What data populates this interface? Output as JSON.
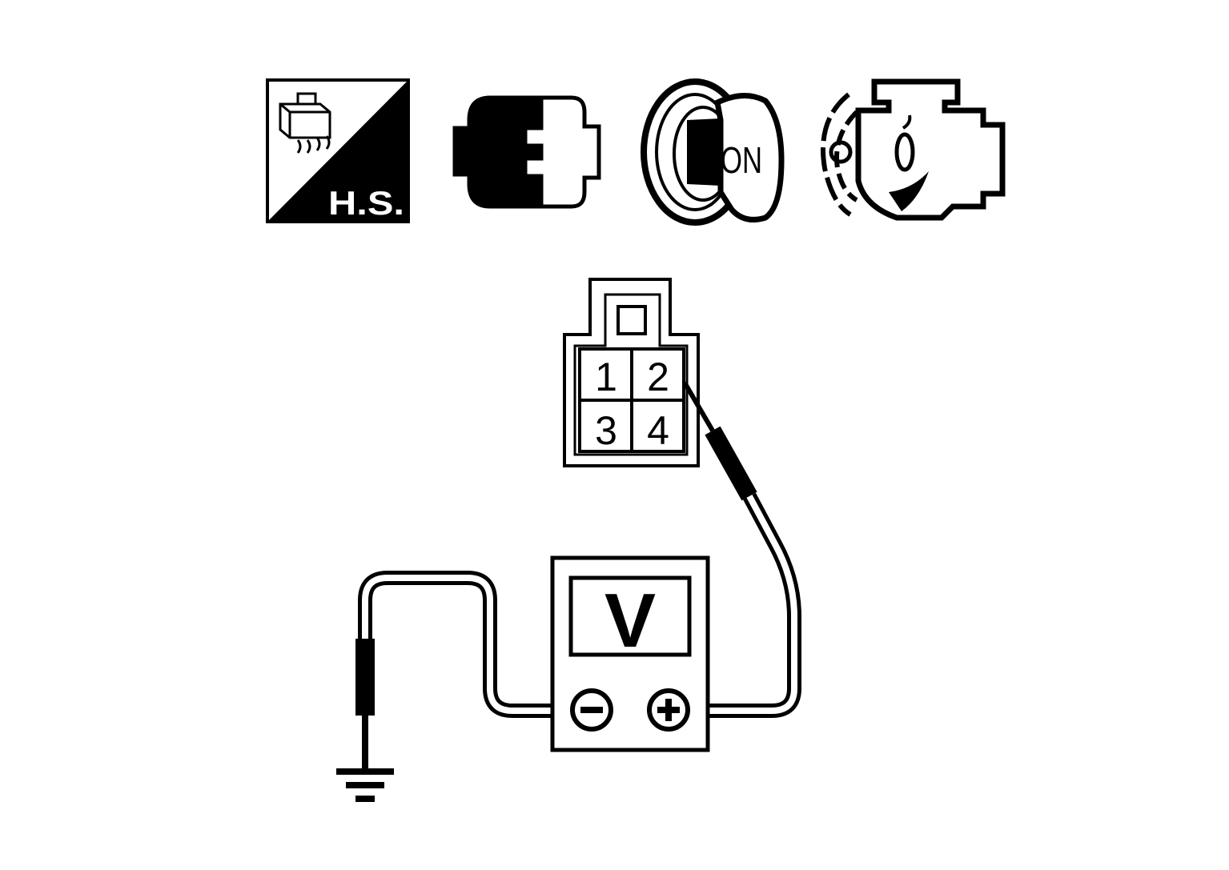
{
  "colors": {
    "ink": "#000000",
    "paper": "#ffffff"
  },
  "icons": {
    "harness_side": {
      "icon": "harness-side-icon",
      "label": "H.S."
    },
    "connector_disconnect": {
      "icon": "connector-disconnect-icon"
    },
    "ignition_switch": {
      "icon": "ignition-key-icon",
      "label": "ON"
    },
    "engine_running": {
      "icon": "engine-running-icon"
    }
  },
  "connector": {
    "icon": "connector-4pin-icon",
    "pins": [
      "1",
      "2",
      "3",
      "4"
    ]
  },
  "voltmeter": {
    "icon": "voltmeter-icon",
    "display": "V",
    "negative_terminal": "−",
    "positive_terminal": "+"
  },
  "ground": {
    "icon": "ground-symbol-icon"
  }
}
